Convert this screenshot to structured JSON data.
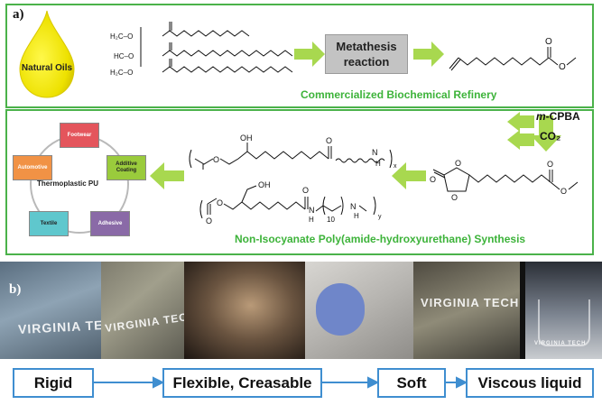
{
  "panel_a": {
    "label": "a)",
    "natural_oils": "Natural Oils",
    "metathesis": [
      "Metathesis",
      "reaction"
    ],
    "refinery_caption": "Commercialized Biochemical  Refinery",
    "synthesis_caption": "Non-Isocyanate Poly(amide-hydroxyurethane) Synthesis",
    "reagents": {
      "oxidant": "m-CPBA",
      "oxidant_prefix": "m",
      "oxidant_rest": "-CPBA",
      "gas": "CO₂"
    },
    "triglyceride_labels": [
      "H₂C–O",
      "HC–O",
      "H₂C–O"
    ],
    "polymer_labels": {
      "oh": "OH",
      "o": "O",
      "n": "N",
      "h": "H",
      "x": "x",
      "y": "y",
      "ten": "10"
    },
    "wheel": {
      "center": "Thermoplastic PU",
      "nodes": [
        "Footwear",
        "Additive Coating",
        "Adhesive",
        "Textile",
        "Automotive"
      ],
      "colors": [
        "#e4555c",
        "#9acb3c",
        "#8a6aa7",
        "#5fc7cd",
        "#f19245"
      ]
    }
  },
  "panel_b": {
    "label": "b)",
    "watermark": "VIRGINIA TECH",
    "stages": [
      "Rigid",
      "Flexible, Creasable",
      "Soft",
      "Viscous liquid"
    ]
  },
  "colors": {
    "green": "#4bb24a",
    "arrow_green": "#a8d84f",
    "blue": "#3f8ed0",
    "drop": "#f3ea00"
  }
}
